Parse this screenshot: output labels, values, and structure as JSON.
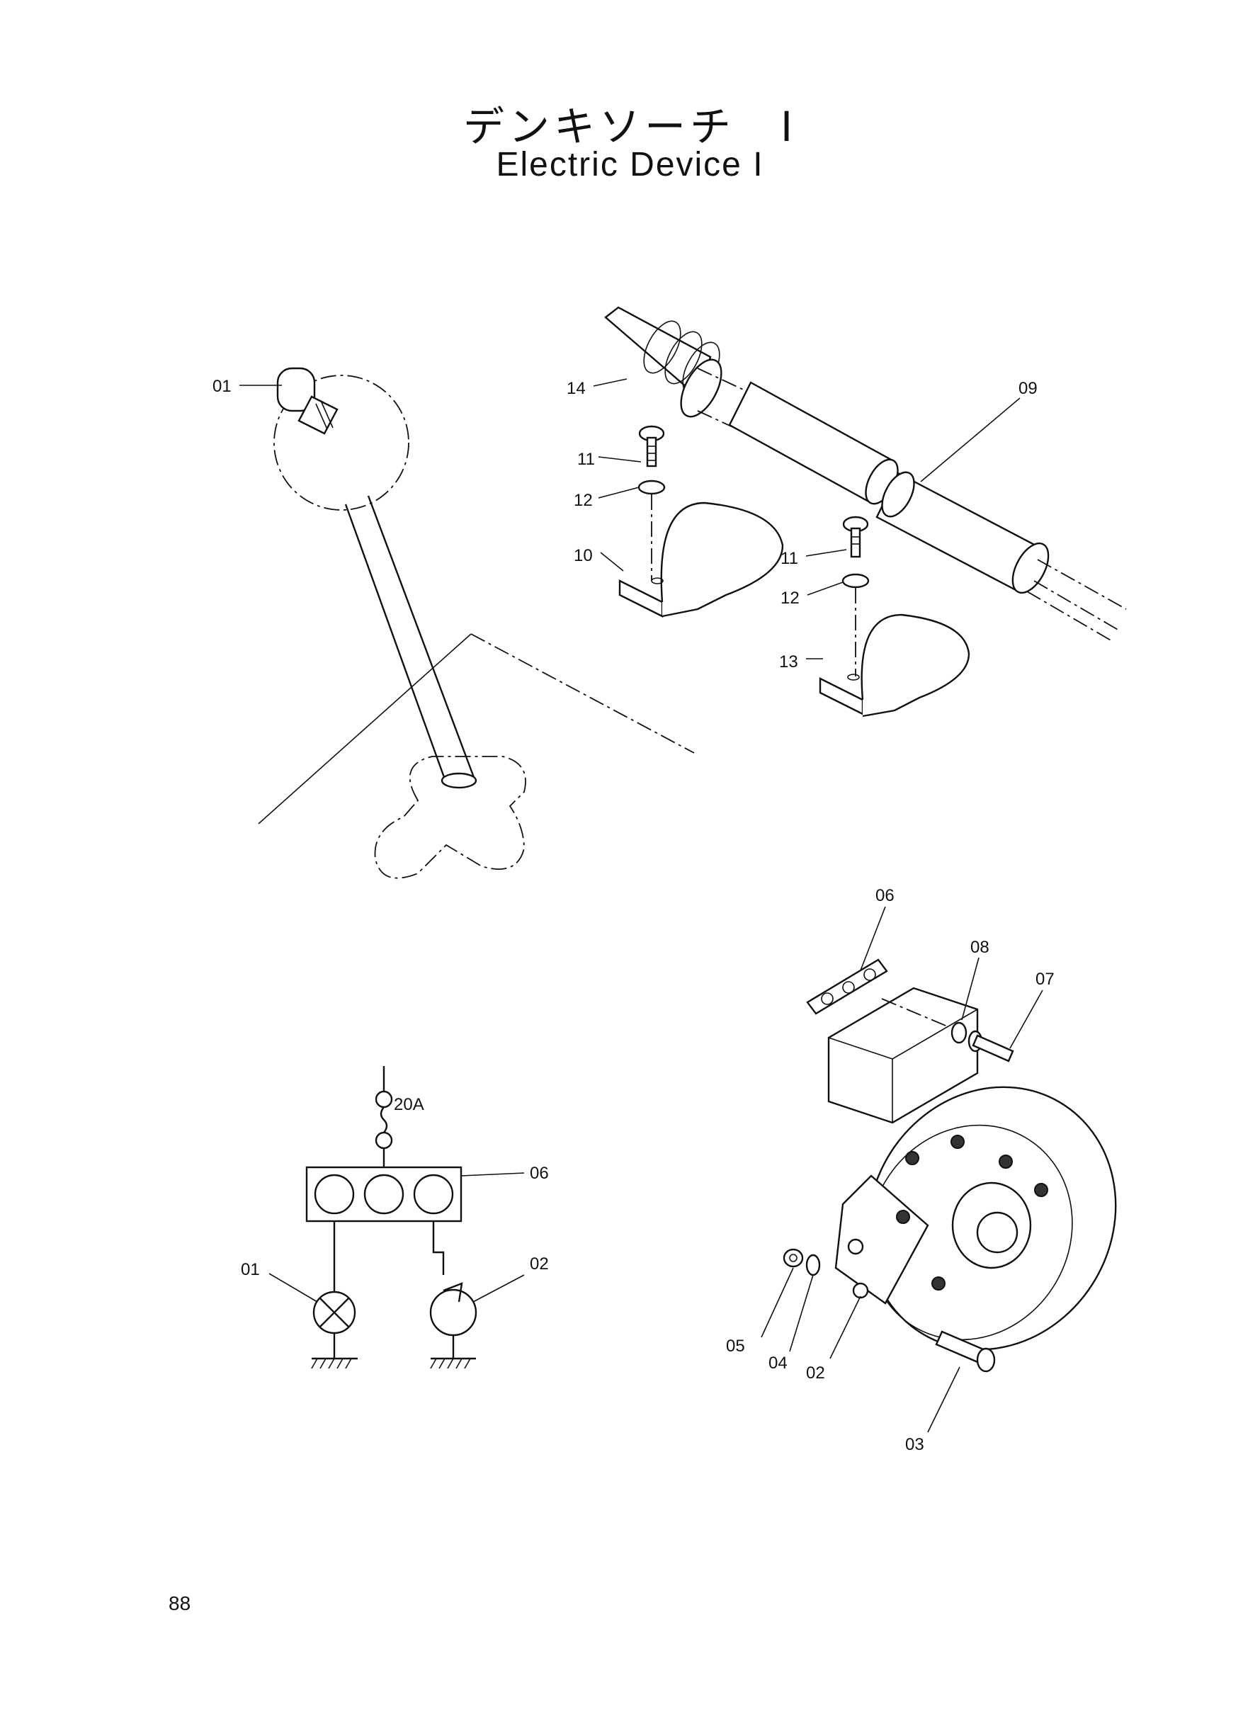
{
  "title": {
    "japanese": "デンキソーチ　I",
    "english": "Electric Device  I"
  },
  "page_number": "88",
  "callouts": {
    "c01_lever": "01",
    "c14": "14",
    "c09": "09",
    "c11_a": "11",
    "c12_a": "12",
    "c10": "10",
    "c11_b": "11",
    "c12_b": "12",
    "c13": "13",
    "c06_relay": "06",
    "c08": "08",
    "c07": "07",
    "c05": "05",
    "c04": "04",
    "c02_horn": "02",
    "c03": "03"
  },
  "schematic": {
    "fuse_rating": "20A",
    "relay_label": "06",
    "lamp_label": "01",
    "horn_label": "02"
  }
}
